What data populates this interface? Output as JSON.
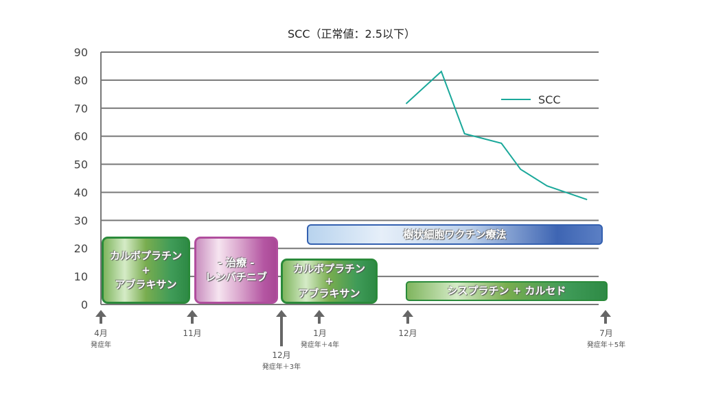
{
  "chart_data": {
    "type": "line",
    "title": "SCC（正常値：2.5以下）",
    "ylim": [
      0,
      90
    ],
    "yticks": [
      0,
      10,
      20,
      30,
      40,
      50,
      60,
      70,
      80,
      90
    ],
    "grid": true,
    "legend": {
      "placement": "top-right",
      "entries": [
        "SCC"
      ]
    },
    "series": [
      {
        "name": "SCC",
        "color": "#1aa89a",
        "x": [
          38.1,
          42.5,
          45.4,
          50.0,
          52.4,
          55.7,
          60.7
        ],
        "values": [
          71.6,
          83.1,
          60.9,
          57.5,
          48.2,
          42.3,
          37.4
        ]
      }
    ],
    "xlim": [
      0,
      63
    ]
  },
  "treatments": [
    {
      "lines": [
        "カルボプラチン",
        "+",
        "アブラキサン"
      ]
    },
    {
      "lines": [
        "- 治療 -",
        "レンバチニブ"
      ]
    },
    {
      "lines": [
        "カルボプラチン",
        "+",
        "アブラキサン"
      ]
    },
    {
      "lines": [
        "樹状細胞ワクチン療法"
      ]
    },
    {
      "lines": [
        "シスプラチン + カルセド"
      ]
    }
  ],
  "timeline": [
    {
      "month": "4月",
      "sub": "発症年"
    },
    {
      "month": "11月",
      "sub": ""
    },
    {
      "month": "12月",
      "sub": "発症年＋3年"
    },
    {
      "month": "1月",
      "sub": "発症年＋4年"
    },
    {
      "month": "12月",
      "sub": ""
    },
    {
      "month": "7月",
      "sub": "発症年＋5年"
    }
  ]
}
